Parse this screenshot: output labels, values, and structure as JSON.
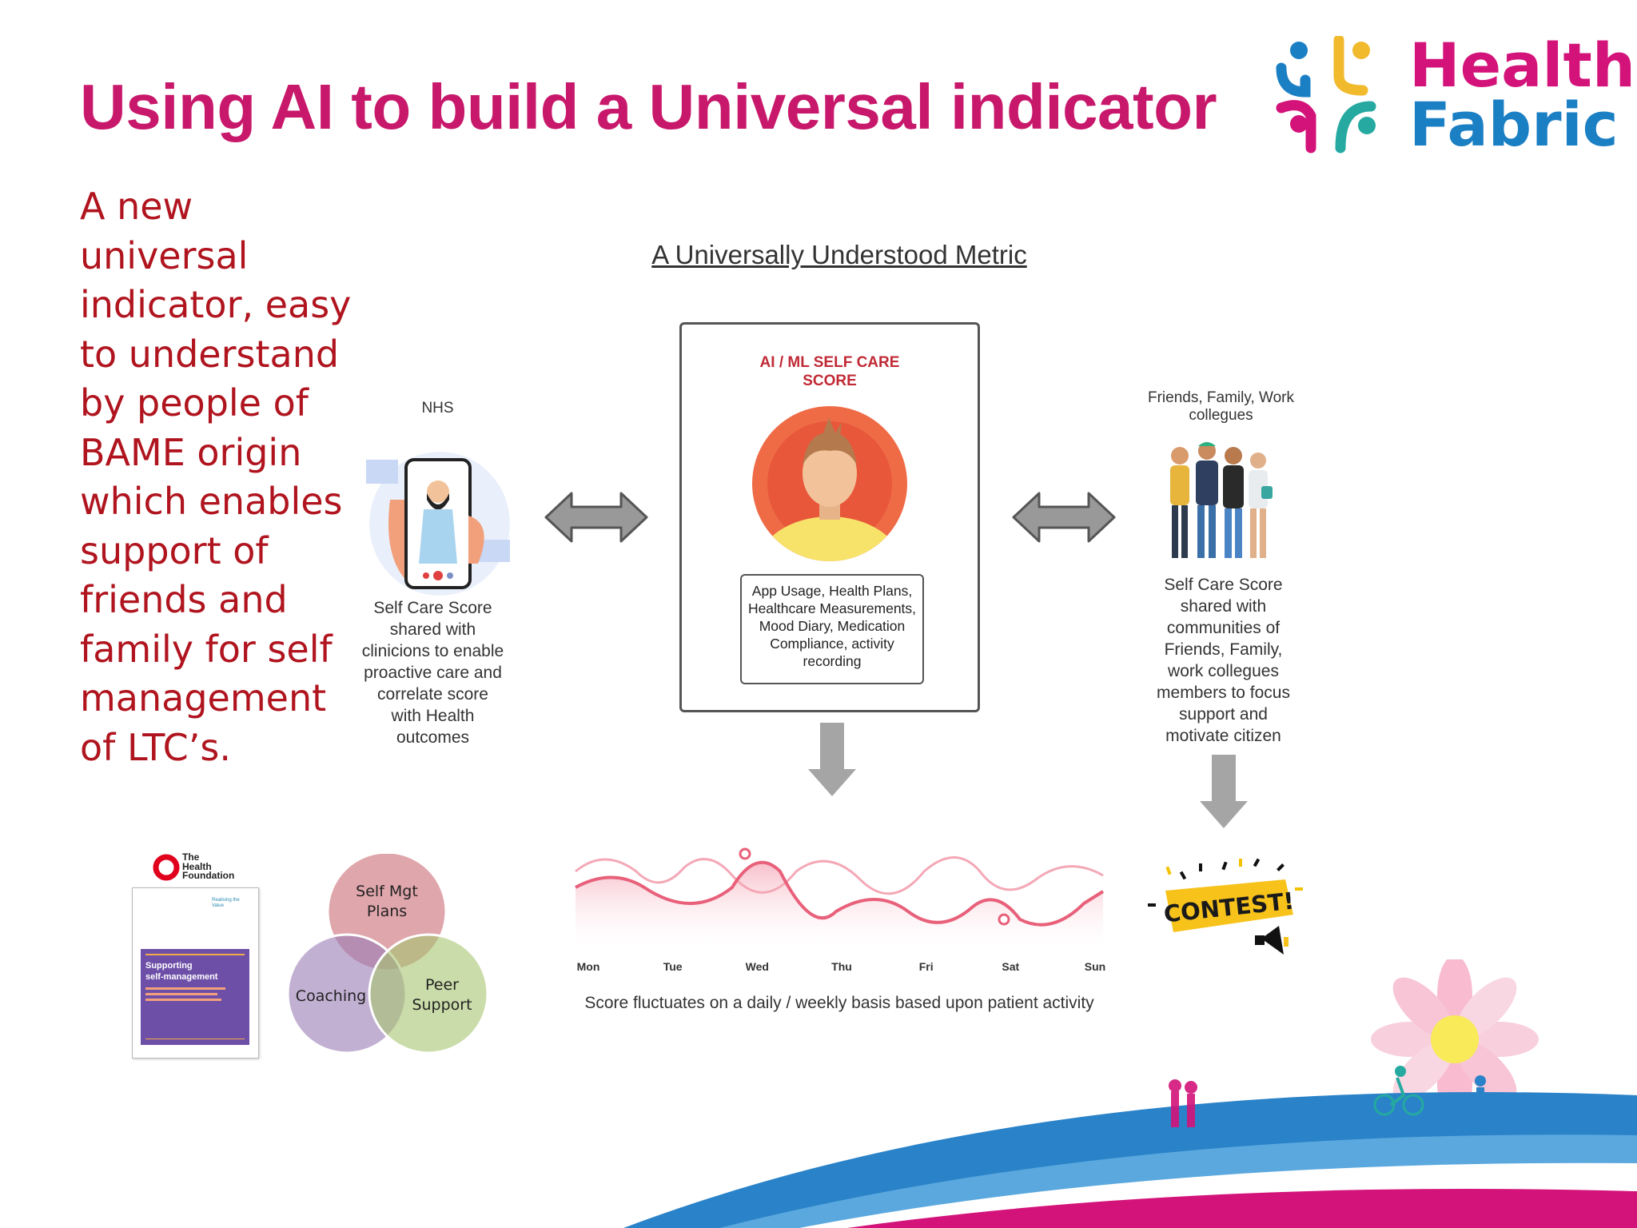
{
  "title": "Using AI to build a Universal indicator",
  "logo": {
    "line1": "Health",
    "line2": "Fabric"
  },
  "intro": "A new universal indicator, easy to understand by people of BAME origin which enables support of friends and family for self management of LTC’s.",
  "diagram": {
    "title": "A Universally Understood Metric",
    "center": {
      "heading_line1": "AI / ML SELF CARE",
      "heading_line2": "SCORE",
      "inputs_line1": "App Usage, Health Plans,",
      "inputs_line2": "Healthcare Measurements,",
      "inputs_line3": "Mood Diary, Medication",
      "inputs_line4": "Compliance, activity",
      "inputs_line5": "recording"
    },
    "left": {
      "label": "NHS",
      "text_lines": [
        "Self Care Score",
        "shared with",
        "clinicions to enable",
        "proactive care and",
        "correlate score",
        "with Health",
        "outcomes"
      ]
    },
    "right": {
      "label_line1": "Friends, Family, Work",
      "label_line2": "collegues",
      "text_lines": [
        "Self Care Score",
        "shared with",
        "communities of",
        "Friends, Family,",
        "work collegues",
        "members to focus",
        "support and",
        "motivate citizen"
      ]
    }
  },
  "chart_data": {
    "type": "line",
    "categories": [
      "Mon",
      "Tue",
      "Wed",
      "Thu",
      "Fri",
      "Sat",
      "Sun"
    ],
    "caption": "Score fluctuates on a daily / weekly basis based upon patient activity",
    "colors": {
      "line": "#e8607a",
      "line_light": "#f4a8b6",
      "fill": "#fbd3dc"
    }
  },
  "contest": {
    "label": "CONTEST!"
  },
  "health_foundation": {
    "line1": "The",
    "line2": "Health",
    "line3": "Foundation"
  },
  "report": {
    "publisher": "Realising the Value",
    "title_line1": "Supporting",
    "title_line2": "self-management"
  },
  "venn": {
    "top_line1": "Self Mgt",
    "top_line2": "Plans",
    "left": "Coaching",
    "right_line1": "Peer",
    "right_line2": "Support"
  }
}
